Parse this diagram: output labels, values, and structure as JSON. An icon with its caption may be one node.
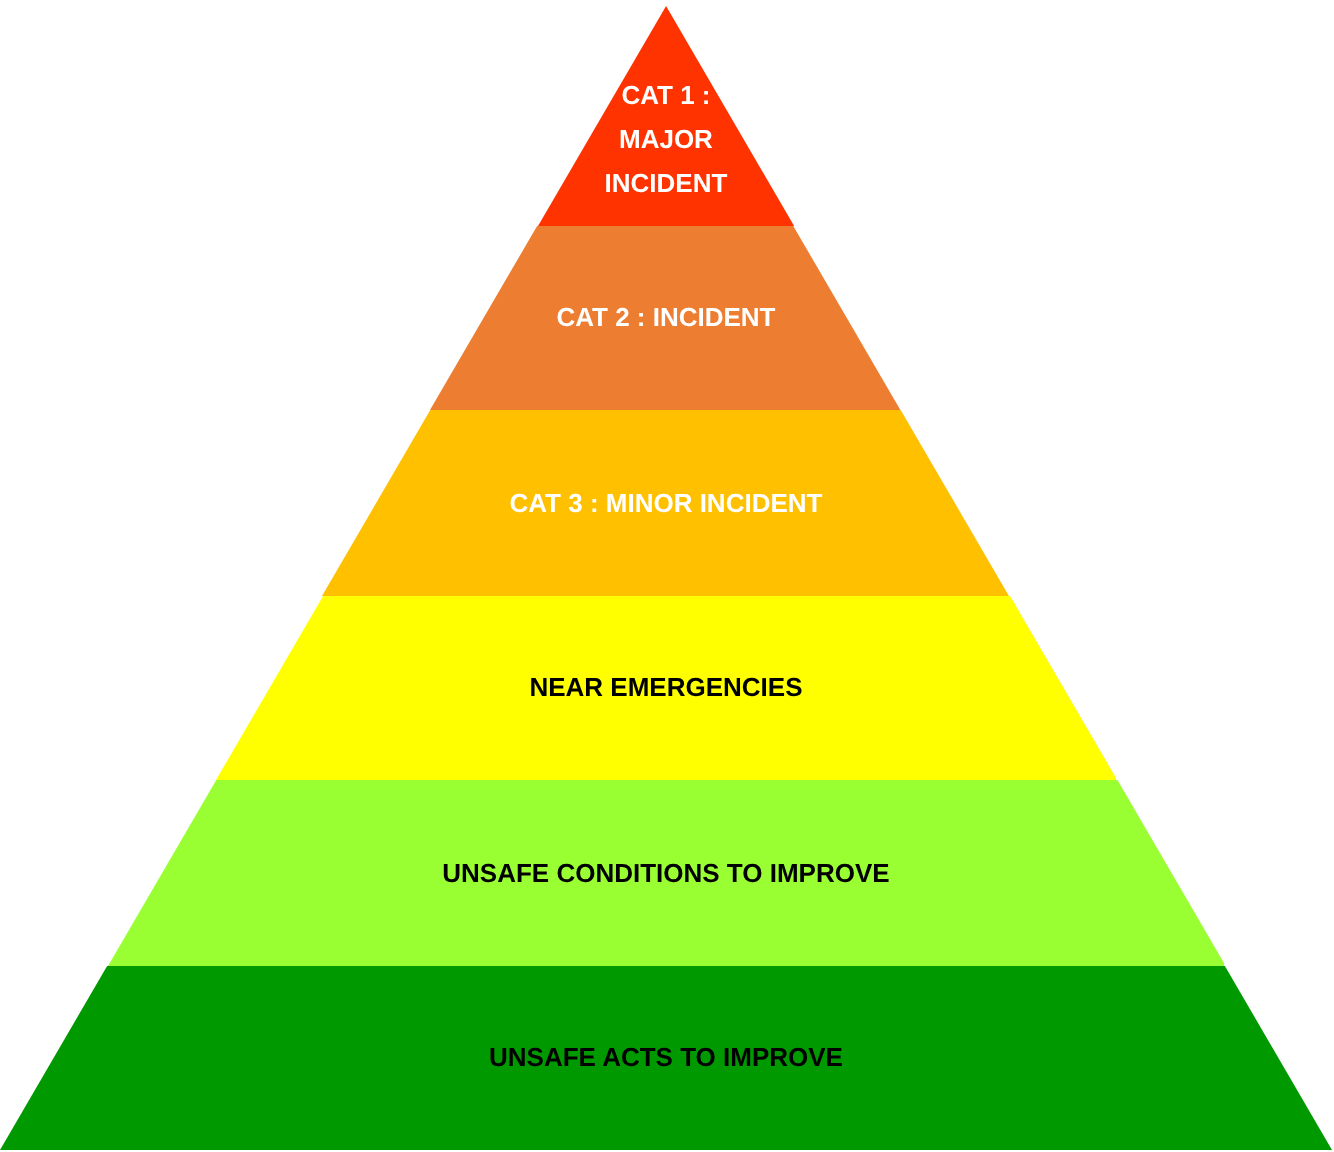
{
  "diagram": {
    "nodes": [
      {
        "text": [
          "CAT 1 : MAJOR INCIDENT"
        ]
      },
      {
        "text": [
          "CAT 2 : INCIDENT"
        ]
      },
      {
        "text": [
          "CAT 3 : MINOR INCIDENT"
        ]
      },
      {
        "text": [
          "NEAR EMERGENCIES"
        ]
      },
      {
        "text": [
          "UNSAFE CONDITIONS TO IMPROVE"
        ]
      },
      {
        "text": [
          "UNSAFE ACTS TO IMPROVE"
        ]
      }
    ]
  }
}
